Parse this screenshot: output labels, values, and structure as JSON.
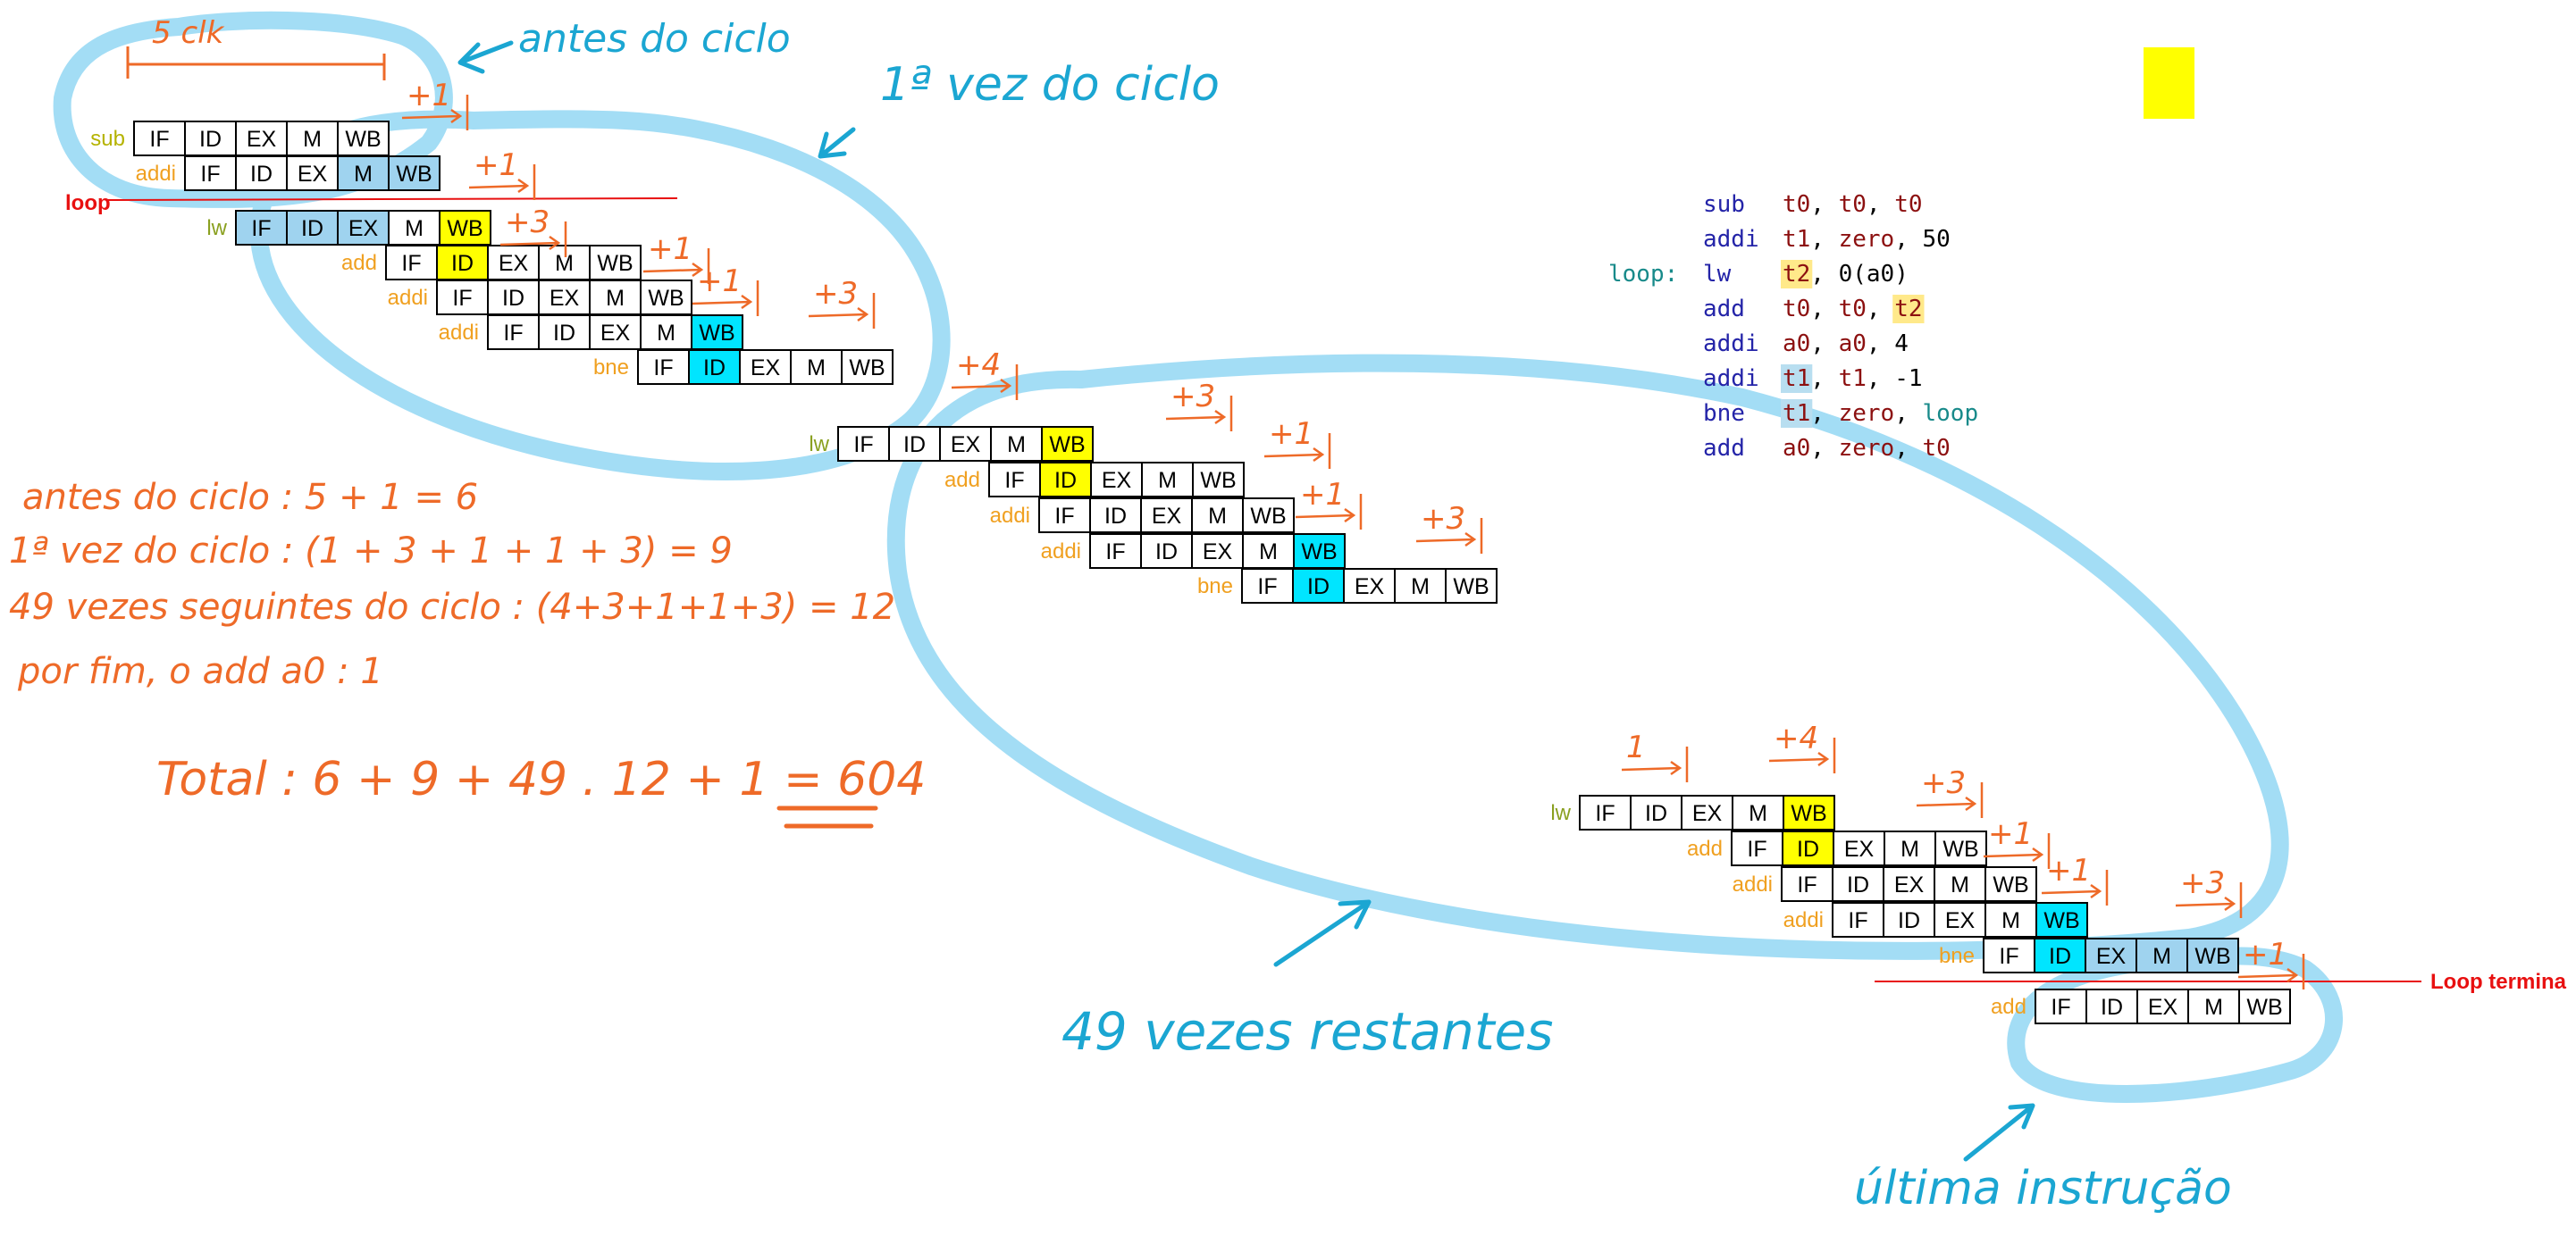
{
  "colors": {
    "stage_fill": "#ffffff",
    "stage_border": "#000000",
    "highlight_yellow": "#ffff00",
    "highlight_cyan": "#00e5ff",
    "highlight_lightblue": "#9fd3ef",
    "ink_orange": "#ee6a28",
    "ink_blue": "#1ba6d2",
    "loop_stroke": "#a3ddf5",
    "instr_label": "#f0a020",
    "sub_label": "#b5b300",
    "lw_label": "#8aa020",
    "loop_label": "#e81010",
    "code_keyword": "#2424a8",
    "code_reg": "#8c1010",
    "code_label": "#188a8a",
    "code_tag_yellow": "#ffe98a",
    "code_tag_blue": "#b8def0"
  },
  "code_listing": [
    {
      "label": "",
      "op": "sub",
      "args": [
        {
          "t": "t0"
        },
        {
          "t": ", "
        },
        {
          "t": "t0"
        },
        {
          "t": ", "
        },
        {
          "t": "t0"
        }
      ]
    },
    {
      "label": "",
      "op": "addi",
      "args": [
        {
          "t": "t1"
        },
        {
          "t": ", "
        },
        {
          "t": "zero"
        },
        {
          "t": ", "
        },
        {
          "t": "50"
        }
      ]
    },
    {
      "label": "loop:",
      "op": "lw",
      "args": [
        {
          "t": "t2",
          "tag": "yellow"
        },
        {
          "t": ", "
        },
        {
          "t": "0(a0)"
        }
      ]
    },
    {
      "label": "",
      "op": "add",
      "args": [
        {
          "t": "t0"
        },
        {
          "t": ", "
        },
        {
          "t": "t0"
        },
        {
          "t": ", "
        },
        {
          "t": "t2",
          "tag": "yellow"
        }
      ]
    },
    {
      "label": "",
      "op": "addi",
      "args": [
        {
          "t": "a0"
        },
        {
          "t": ", "
        },
        {
          "t": "a0"
        },
        {
          "t": ", "
        },
        {
          "t": "4"
        }
      ]
    },
    {
      "label": "",
      "op": "addi",
      "args": [
        {
          "t": "t1",
          "tag": "blue"
        },
        {
          "t": ", "
        },
        {
          "t": "t1"
        },
        {
          "t": ", "
        },
        {
          "t": "-1"
        }
      ]
    },
    {
      "label": "",
      "op": "bne",
      "args": [
        {
          "t": "t1",
          "tag": "blue"
        },
        {
          "t": ", "
        },
        {
          "t": "zero"
        },
        {
          "t": ", "
        },
        {
          "t": "loop",
          "kind": "label"
        }
      ]
    },
    {
      "label": "",
      "op": "add",
      "args": [
        {
          "t": "a0"
        },
        {
          "t": ", "
        },
        {
          "t": "zero"
        },
        {
          "t": ", "
        },
        {
          "t": "t0"
        }
      ]
    }
  ],
  "pipeline_rows": [
    {
      "instr": "sub",
      "stages": [
        "IF",
        "ID",
        "EX",
        "M",
        "WB"
      ],
      "highlights": {}
    },
    {
      "instr": "addi",
      "stages": [
        "IF",
        "ID",
        "EX",
        "M",
        "WB"
      ],
      "highlights": {
        "M": "lightblue",
        "WB": "lightblue"
      }
    },
    {
      "instr": "lw",
      "stages": [
        "IF",
        "ID",
        "EX",
        "M",
        "WB"
      ],
      "highlights": {
        "IF": "lightblue",
        "ID": "lightblue",
        "EX": "lightblue",
        "WB": "yellow"
      }
    },
    {
      "instr": "add",
      "stages": [
        "IF",
        "ID",
        "EX",
        "M",
        "WB"
      ],
      "highlights": {
        "ID": "yellow"
      }
    },
    {
      "instr": "addi",
      "stages": [
        "IF",
        "ID",
        "EX",
        "M",
        "WB"
      ],
      "highlights": {}
    },
    {
      "instr": "addi",
      "stages": [
        "IF",
        "ID",
        "EX",
        "M",
        "WB"
      ],
      "highlights": {
        "WB": "cyan"
      }
    },
    {
      "instr": "bne",
      "stages": [
        "IF",
        "ID",
        "EX",
        "M",
        "WB"
      ],
      "highlights": {
        "ID": "cyan"
      }
    },
    {
      "instr": "lw",
      "stages": [
        "IF",
        "ID",
        "EX",
        "M",
        "WB"
      ],
      "highlights": {
        "WB": "yellow"
      }
    },
    {
      "instr": "add",
      "stages": [
        "IF",
        "ID",
        "EX",
        "M",
        "WB"
      ],
      "highlights": {
        "ID": "yellow"
      }
    },
    {
      "instr": "addi",
      "stages": [
        "IF",
        "ID",
        "EX",
        "M",
        "WB"
      ],
      "highlights": {}
    },
    {
      "instr": "addi",
      "stages": [
        "IF",
        "ID",
        "EX",
        "M",
        "WB"
      ],
      "highlights": {
        "WB": "cyan"
      }
    },
    {
      "instr": "bne",
      "stages": [
        "IF",
        "ID",
        "EX",
        "M",
        "WB"
      ],
      "highlights": {
        "ID": "cyan"
      }
    },
    {
      "instr": "lw",
      "stages": [
        "IF",
        "ID",
        "EX",
        "M",
        "WB"
      ],
      "highlights": {
        "WB": "yellow"
      }
    },
    {
      "instr": "add",
      "stages": [
        "IF",
        "ID",
        "EX",
        "M",
        "WB"
      ],
      "highlights": {
        "ID": "yellow"
      }
    },
    {
      "instr": "addi",
      "stages": [
        "IF",
        "ID",
        "EX",
        "M",
        "WB"
      ],
      "highlights": {}
    },
    {
      "instr": "addi",
      "stages": [
        "IF",
        "ID",
        "EX",
        "M",
        "WB"
      ],
      "highlights": {
        "WB": "cyan"
      }
    },
    {
      "instr": "bne",
      "stages": [
        "IF",
        "ID",
        "EX",
        "M",
        "WB"
      ],
      "highlights": {
        "ID": "cyan",
        "EX": "lightblue",
        "M": "lightblue",
        "WB": "lightblue"
      }
    },
    {
      "instr": "add",
      "stages": [
        "IF",
        "ID",
        "EX",
        "M",
        "WB"
      ],
      "highlights": {}
    }
  ],
  "labels": {
    "loop": "loop",
    "loop_end": "Loop termina"
  },
  "handwriting": {
    "before_loop": "antes do ciclo",
    "first_time": "1ª vez do ciclo",
    "remaining": "49 vezes restantes",
    "last_instruction": "última instrução",
    "five_clk": "5 clk",
    "calc_before": "antes do ciclo : 5 + 1 = 6",
    "calc_first": "1ª vez do ciclo : (1 + 3 + 1 + 1 + 3) = 9",
    "calc_following": "49 vezes seguintes do ciclo : (4+3+1+1+3) = 12",
    "calc_end": "por fim, o add a0 : 1",
    "total": "Total : 6 + 9 + 49 . 12 + 1 = 604",
    "counts": [
      "+1",
      "+1",
      "+3",
      "+1",
      "+1",
      "+3",
      "+4",
      "+3",
      "+1",
      "+1",
      "+3",
      "1",
      "+4",
      "+3",
      "+1",
      "+1",
      "+3",
      "+1"
    ]
  }
}
